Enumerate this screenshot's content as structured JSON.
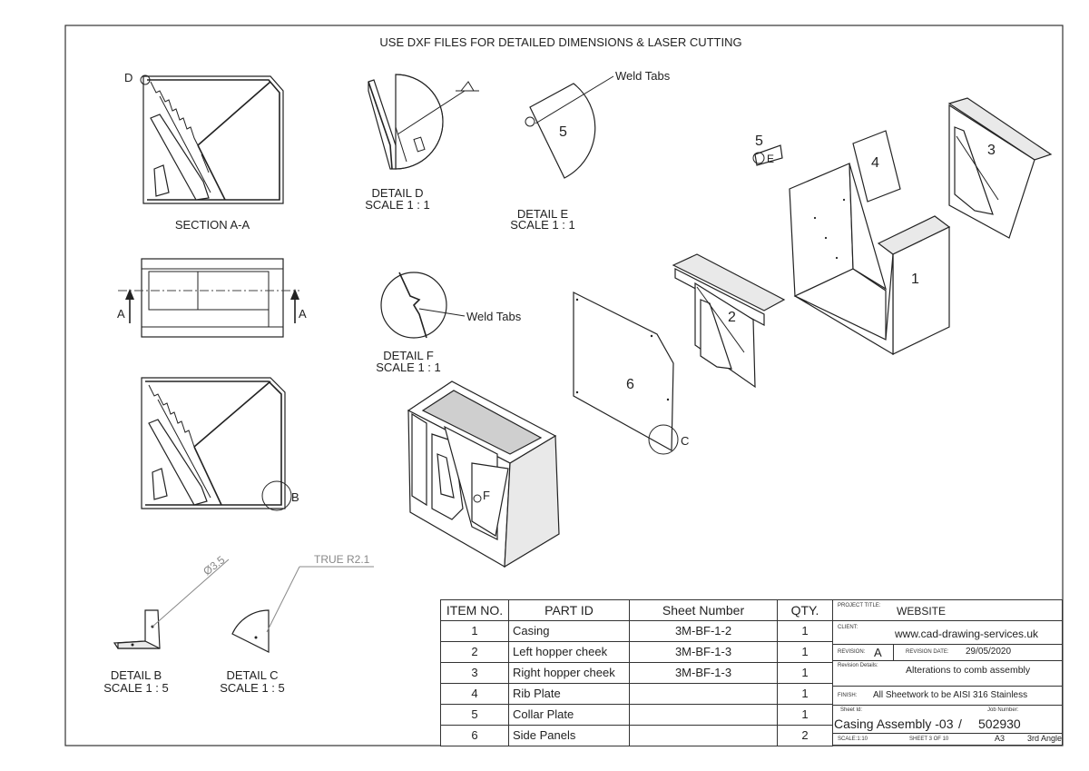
{
  "drawing": {
    "header_note": "USE DXF FILES FOR DETAILED DIMENSIONS & LASER CUTTING",
    "views": {
      "section_aa": "SECTION A-A",
      "detail_b": {
        "title": "DETAIL B",
        "scale": "SCALE 1 : 5",
        "dim": "Ø3.5"
      },
      "detail_c": {
        "title": "DETAIL C",
        "scale": "SCALE 1 : 5",
        "dim": "TRUE R2.1"
      },
      "detail_d": {
        "title": "DETAIL D",
        "scale": "SCALE 1 : 1"
      },
      "detail_e": {
        "title": "DETAIL E",
        "scale": "SCALE 1 : 1"
      },
      "detail_f": {
        "title": "DETAIL F",
        "scale": "SCALE 1 : 1"
      }
    },
    "callouts": {
      "weld_tabs": "Weld Tabs",
      "letter_a": "A",
      "letter_b": "B",
      "letter_c": "C",
      "letter_d": "D",
      "letter_e": "E",
      "letter_f": "F"
    },
    "balloons": [
      "1",
      "2",
      "3",
      "4",
      "5",
      "6"
    ]
  },
  "bom": {
    "headers": [
      "ITEM NO.",
      "PART ID",
      "Sheet Number",
      "QTY."
    ],
    "rows": [
      [
        "1",
        "Casing",
        "3M-BF-1-2",
        "1"
      ],
      [
        "2",
        "Left hopper cheek",
        "3M-BF-1-3",
        "1"
      ],
      [
        "3",
        "Right hopper cheek",
        "3M-BF-1-3",
        "1"
      ],
      [
        "4",
        "Rib Plate",
        "",
        "1"
      ],
      [
        "5",
        "Collar Plate",
        "",
        "1"
      ],
      [
        "6",
        "Side Panels",
        "",
        "2"
      ]
    ]
  },
  "title_block": {
    "project_title_label": "PROJECT TITLE:",
    "project_title": "WEBSITE",
    "client_label": "CLIENT:",
    "client": "www.cad-drawing-services.uk",
    "revision_label": "REVISION:",
    "revision": "A",
    "revision_date_label": "REVISION DATE:",
    "revision_date": "29/05/2020",
    "revision_details_label": "Revision Details:",
    "revision_details": "Alterations to comb assembly",
    "finish_label": "FINISH:",
    "finish": "All Sheetwork to be AISI 316 Stainless",
    "sheet_id_label": "Sheet Id:",
    "job_number_label": "Job Number:",
    "sheet_id": "Casing Assembly -03",
    "separator": "/",
    "job_number": "502930",
    "scale": "SCALE:1:10",
    "sheet": "SHEET 3 OF 10",
    "paper": "A3",
    "projection": "3rd Angle"
  }
}
